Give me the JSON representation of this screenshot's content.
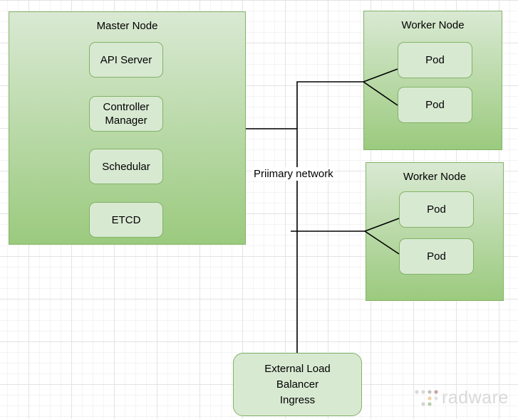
{
  "diagram": {
    "master_node": {
      "title": "Master Node",
      "components": [
        "API Server",
        "Controller Manager",
        "Schedular",
        "ETCD"
      ]
    },
    "worker_nodes": [
      {
        "title": "Worker Node",
        "pods": [
          "Pod",
          "Pod"
        ]
      },
      {
        "title": "Worker Node",
        "pods": [
          "Pod",
          "Pod"
        ]
      }
    ],
    "edge_label": "Priimary network",
    "load_balancer": {
      "line1": "External Load",
      "line2": "Balancer",
      "line3": "Ingress"
    },
    "watermark": {
      "brand": "radware",
      "icon": "radware-dots-icon"
    },
    "colors": {
      "node_border": "#82b366",
      "node_fill_top": "#d9e9d3",
      "node_fill_bottom": "#9bca7e",
      "component_fill": "#d8e9d2",
      "connector": "#000000",
      "watermark_text": "#d9d9d9"
    }
  }
}
